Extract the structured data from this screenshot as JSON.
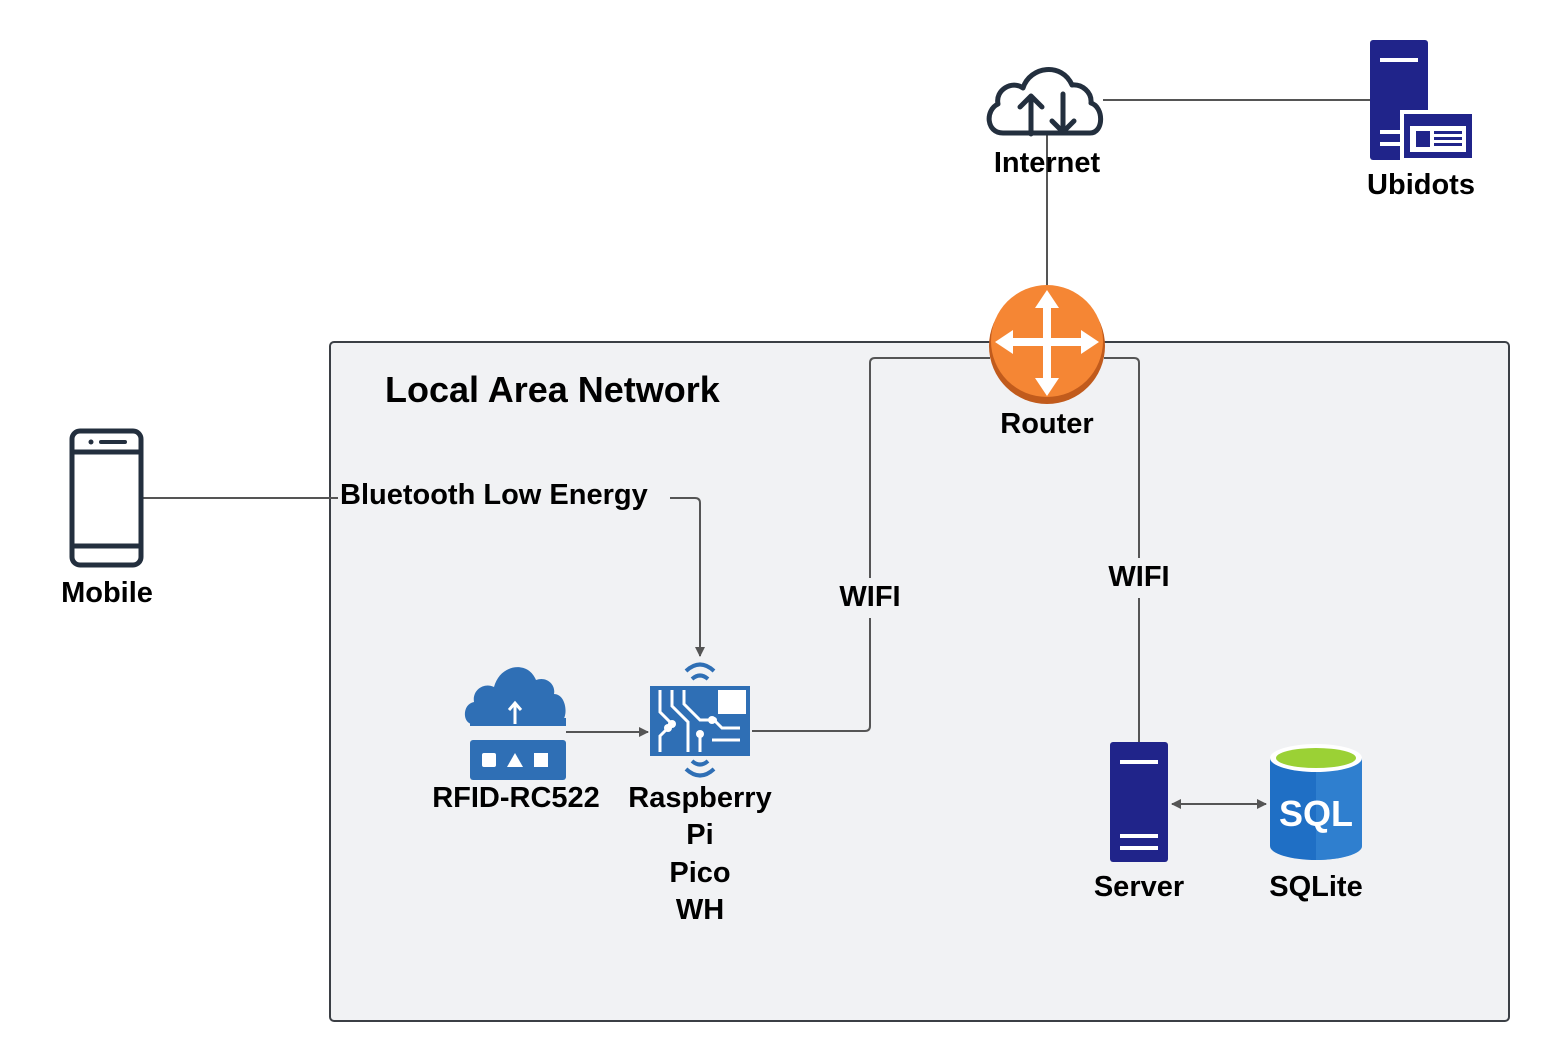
{
  "diagram": {
    "lan_title": "Local Area Network",
    "nodes": {
      "internet": "Internet",
      "ubidots": "Ubidots",
      "router": "Router",
      "mobile": "Mobile",
      "rfid": "RFID-RC522",
      "pico_lines": [
        "Raspberry",
        "Pi",
        "Pico",
        "WH"
      ],
      "server": "Server",
      "sqlite": "SQLite"
    },
    "edges": {
      "mobile_to_pico": "Bluetooth Low Energy",
      "pico_to_router": "WIFI",
      "server_to_router": "WIFI"
    },
    "icons": {
      "internet": "cloud-upload-download-icon",
      "ubidots": "server-with-window-icon",
      "router": "router-icon",
      "mobile": "smartphone-icon",
      "rfid": "cloud-iot-gateway-icon",
      "pico": "wireless-circuit-board-icon",
      "server": "server-tower-icon",
      "sqlite": "sql-database-icon"
    },
    "colors": {
      "lan_fill": "#f1f2f4",
      "lan_border": "#3b3f45",
      "router": "#f58634",
      "azure_blue": "#2f6fb5",
      "server_navy": "#20248a",
      "sql_green": "#9bd135",
      "icon_dark": "#232f3e"
    }
  }
}
